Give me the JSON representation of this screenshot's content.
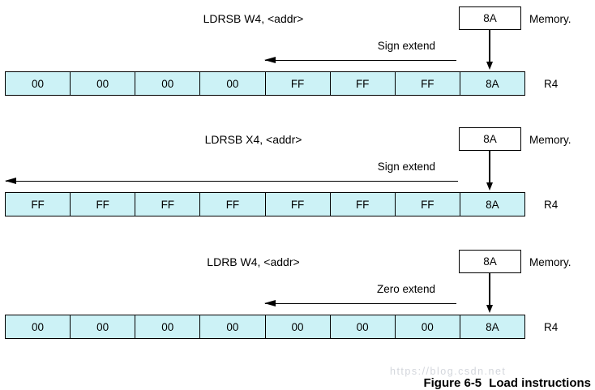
{
  "diagram": {
    "sections": [
      {
        "instruction": "LDRSB W4, <addr>",
        "memory_value": "8A",
        "memory_label": "Memory.",
        "extend_label": "Sign extend",
        "arrow_span": "half",
        "cells": [
          "00",
          "00",
          "00",
          "00",
          "FF",
          "FF",
          "FF",
          "8A"
        ],
        "register_label": "R4"
      },
      {
        "instruction": "LDRSB X4, <addr>",
        "memory_value": "8A",
        "memory_label": "Memory.",
        "extend_label": "Sign extend",
        "arrow_span": "full",
        "cells": [
          "FF",
          "FF",
          "FF",
          "FF",
          "FF",
          "FF",
          "FF",
          "8A"
        ],
        "register_label": "R4"
      },
      {
        "instruction": "LDRB W4, <addr>",
        "memory_value": "8A",
        "memory_label": "Memory.",
        "extend_label": "Zero extend",
        "arrow_span": "half",
        "cells": [
          "00",
          "00",
          "00",
          "00",
          "00",
          "00",
          "00",
          "8A"
        ],
        "register_label": "R4"
      }
    ],
    "caption": {
      "figure_label": "Figure 6-5",
      "figure_title": "Load instructions"
    },
    "watermark": "https://blog.csdn.net",
    "colors": {
      "cell_fill": "#CCF2F6",
      "line": "#000000",
      "watermark": "#C9CDD4"
    }
  }
}
